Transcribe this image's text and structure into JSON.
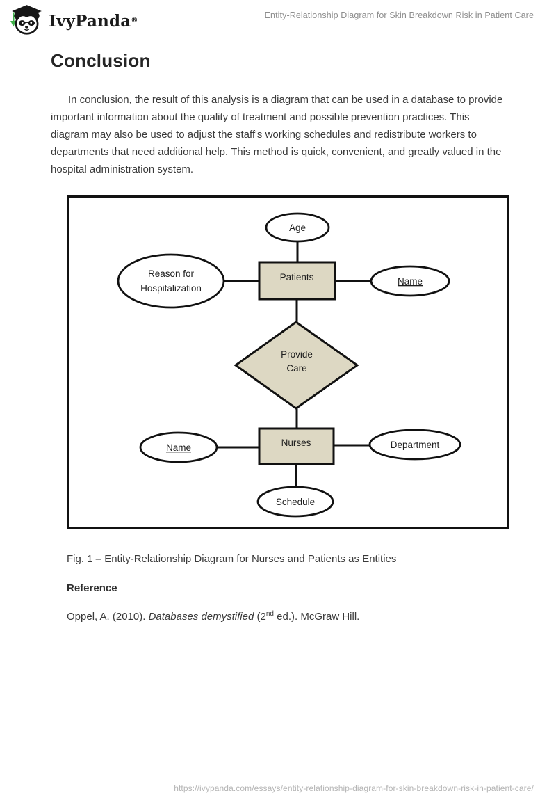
{
  "header": {
    "brand": "IvyPanda",
    "brand_mark": "®",
    "doc_title": "Entity-Relationship Diagram for Skin Breakdown Risk in Patient Care"
  },
  "content": {
    "heading": "Conclusion",
    "paragraph": "In conclusion, the result of this analysis is a diagram that can be used in a database to provide important information about the quality of treatment and possible prevention practices. This diagram may also be used to adjust the staff's working schedules and redistribute workers to departments that need additional help. This method is quick, convenient, and greatly valued in the hospital administration system.",
    "figure_caption": "Fig. 1 – Entity-Relationship Diagram for Nurses and Patients as Entities",
    "reference_heading": "Reference",
    "reference": {
      "part1": "Oppel, A. (2010). ",
      "title_italic": "Databases demystified",
      "part2": " (2",
      "superscript": "nd",
      "part3": " ed.). McGraw Hill."
    }
  },
  "diagram": {
    "type": "entity-relationship",
    "age_label": "Age",
    "patients_label": "Patients",
    "reason_line1": "Reason for",
    "reason_line2": "Hospitalization",
    "patient_name_label": "Name",
    "provide_line1": "Provide",
    "provide_line2": "Care",
    "nurses_label": "Nurses",
    "nurse_name_label": "Name",
    "department_label": "Department",
    "schedule_label": "Schedule",
    "entities": [
      "Patients",
      "Nurses"
    ],
    "relationship": "Provide Care",
    "patient_attributes": [
      "Age",
      "Reason for Hospitalization",
      "Name"
    ],
    "nurse_attributes": [
      "Name",
      "Department",
      "Schedule"
    ],
    "key_attributes_underlined": [
      "Name"
    ]
  },
  "footer": {
    "url": "https://ivypanda.com/essays/entity-relationship-diagram-for-skin-breakdown-risk-in-patient-care/"
  },
  "colors": {
    "shape_fill_tan": "#DDD8C3",
    "shape_stroke": "#111111",
    "header_title_gray": "#8e8e8e",
    "footer_gray": "#b5b5b5",
    "tassel_green": "#3eb049",
    "body_text": "#3a3a3a"
  }
}
